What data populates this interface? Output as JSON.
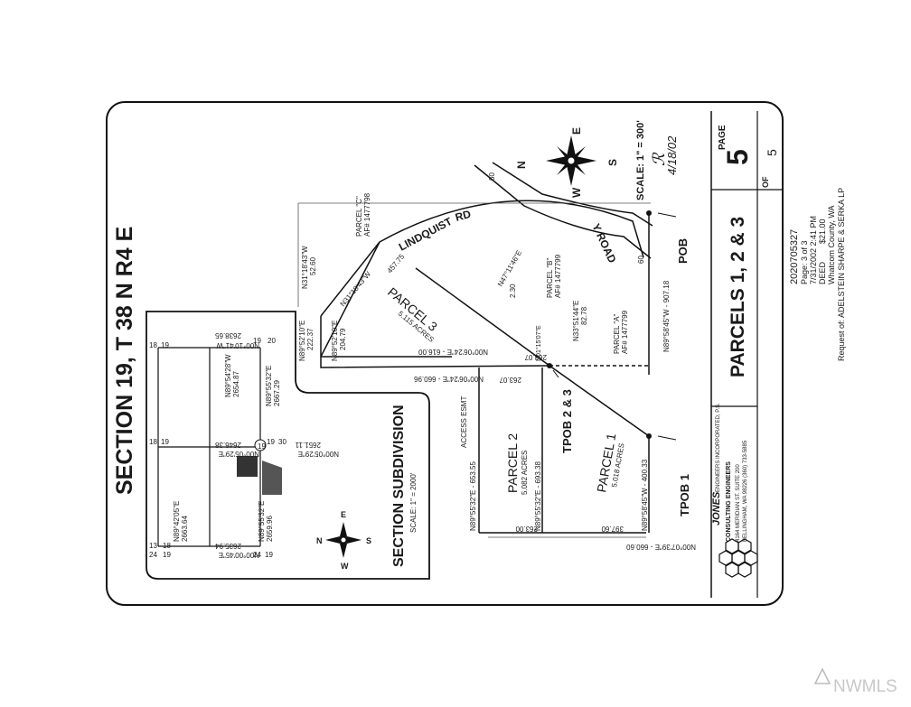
{
  "sheet": {
    "title": "SECTION 19, T 38 N R4 E",
    "page_label": "PAGE",
    "page_number": "5",
    "page_of": "OF",
    "page_total": "5",
    "parcels_title": "PARCELS 1, 2 & 3"
  },
  "recording": {
    "number": "2020705327",
    "page": "Page: 3 of 3",
    "date": "7/31/2002 2:41 PM",
    "type": "DEED",
    "fee": "$21.00",
    "county": "Whatcom County, WA",
    "requester": "Request of: ADELSTEIN SHARPE & SERKA LP"
  },
  "engineer": {
    "name": "JONES",
    "name_sub": "ENGINEERS INCORPORATED, P.S.",
    "line2": "CONSULTING ENGINEERS",
    "address1": "4164 MERIDIAN ST. SUITE 200",
    "address2": "BELLINGHAM, WA 98226  (360) 733-5885"
  },
  "signature": {
    "initials": "ℛ",
    "date": "4/18/02"
  },
  "compass": {
    "n": "N",
    "e": "E",
    "s": "S",
    "w": "W"
  },
  "main_plan": {
    "scale": "SCALE: 1\" = 300'",
    "road_name": "LINDQUIST",
    "road_rd": "RD",
    "road_y": "Y ROAD",
    "road_width_1": "60",
    "road_width_2": "60",
    "pob": "POB",
    "tpob1": "TPOB 1",
    "tpob23": "TPOB 2 & 3",
    "access": "ACCESS ESMT",
    "parcel1": {
      "name": "PARCEL 1",
      "acres": "5.018 ACRES"
    },
    "parcel2": {
      "name": "PARCEL 2",
      "acres": "5.082 ACRES"
    },
    "parcel3": {
      "name": "PARCEL 3",
      "acres": "5.115 ACRES"
    },
    "parcel_a": {
      "name": "PARCEL \"A\"",
      "af": "AF# 1477799"
    },
    "parcel_b": {
      "name": "PARCEL \"B\"",
      "af": "AF# 1477799"
    },
    "parcel_c": {
      "name": "PARCEL \"C\"",
      "af": "AF# 1477798"
    },
    "bearings": {
      "b1": "N31°18'43\"W",
      "b1d": "52.60",
      "b2": "N31°18'43\"W",
      "b2d": "457.75",
      "b3": "N89°52'10\"E",
      "b3d": "222.37",
      "b4": "N89°52'10\"E",
      "b4d": "204.79",
      "b5": "N00°06'24\"E - 616.00",
      "b6": "N00°06'24\"E - 660.96",
      "b7": "N47°11'46\"E",
      "b7d": "2.30",
      "b8": "N33°51'44\"E",
      "b8d": "82.78",
      "b9": "N89°58'45\"W - 907.18",
      "b10": "N01°15'07\"E",
      "b10d": "263.07",
      "b11": "N89°55'32\"E - 653.55",
      "b12": "N89°55'32\"E - 693.38",
      "b13": "N89°58'45\"W - 400.33",
      "b14": "N00°07'39\"E - 660.60",
      "b15": "263.00",
      "b16": "397.60",
      "b17": "N00°06'24\"E",
      "b18": "263.07"
    }
  },
  "inset": {
    "title": "SECTION SUBDIVISION",
    "scale": "SCALE: 1\" = 2000'",
    "center": "19",
    "c13": "13",
    "c18a": "18",
    "c24a": "24",
    "c19a": "19",
    "c18b": "18",
    "c19b": "19",
    "c18c": "18",
    "c19c": "19",
    "c19d": "19",
    "c20": "20",
    "c19e": "19",
    "c30": "30",
    "c24b": "24",
    "c19f": "19",
    "n1": "N89°54'28\"W",
    "n1d": "2654.87",
    "n2": "N89°55'32\"E",
    "n2d": "2667.29",
    "n3": "N89°42'05\"E",
    "n3d": "2663.64",
    "n4": "N89°55'32\"E",
    "n4d": "2659.96",
    "t1": "N00°10'41\"W",
    "t1d": "2638.65",
    "t2": "N00°05'29\"E",
    "t2d": "2651.11",
    "t3": "N00°05'29\"E",
    "t3d": "2646.38",
    "t4": "N00°00'45\"E",
    "t4d": "2635.94"
  },
  "watermark": "NWMLS"
}
